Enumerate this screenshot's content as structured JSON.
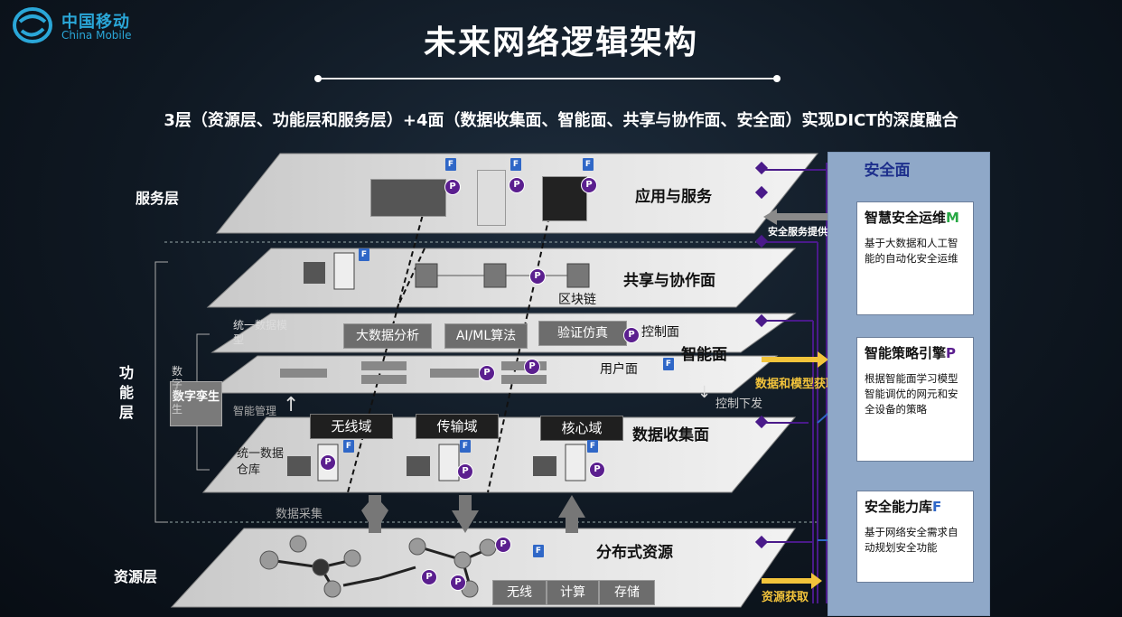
{
  "logo": {
    "cn": "中国移动",
    "en": "China Mobile"
  },
  "title": "未来网络逻辑架构",
  "subtitle": "3层（资源层、功能层和服务层）+4面（数据收集面、智能面、共享与协作面、安全面）实现DICT的深度融合",
  "layers": {
    "service": "服务层",
    "function": "功能层",
    "resource": "资源层"
  },
  "planes": {
    "app": "应用与服务",
    "share": "共享与协作面",
    "blockchain": "区块链",
    "control": "控制面",
    "intelligent": "智能面",
    "user": "用户面",
    "collection": "数据收集面",
    "distributed": "分布式资源"
  },
  "intelligence_tags": [
    "大数据分析",
    "AI/ML算法",
    "验证仿真"
  ],
  "domains": [
    "无线域",
    "传输域",
    "核心域"
  ],
  "resource_tags": [
    "无线",
    "计算",
    "存储"
  ],
  "digital_twin": "数字孪生",
  "side_labels": {
    "unified_model": "统一数据模型",
    "twin_col": "数字孪生",
    "smart_manage": "智能管理",
    "data_warehouse": "统一数据仓库",
    "data_collect": "数据采集",
    "control_issue": "控制下发"
  },
  "arrows": {
    "security_service": "安全服务提供",
    "data_model": "数据和模型获取",
    "resource_get": "资源获取"
  },
  "security": {
    "title": "安全面",
    "boxes": [
      {
        "title": "智慧安全运维",
        "letter": "M",
        "letter_color": "#27a844",
        "desc": "基于大数据和人工智能的自动化安全运维"
      },
      {
        "title": "智能策略引擎",
        "letter": "P",
        "letter_color": "#5b1f8f",
        "desc": "根据智能面学习模型智能调优的网元和安全设备的策略"
      },
      {
        "title": "安全能力库",
        "letter": "F",
        "letter_color": "#2f67c7",
        "desc": "基于网络安全需求自动规划安全功能"
      }
    ]
  },
  "badges": {
    "f": "F",
    "p": "P"
  },
  "colors": {
    "accent_blue": "#2aa7d8",
    "purple": "#4a1a8a",
    "arrow_yellow": "#f3c43b",
    "panel": "#8fa8c8"
  }
}
